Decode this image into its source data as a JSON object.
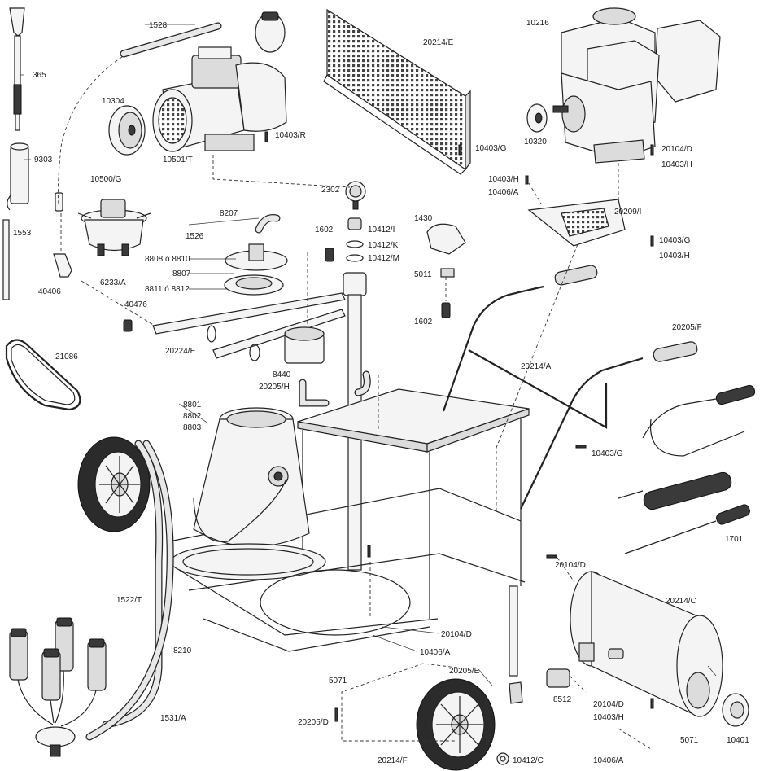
{
  "labels": [
    {
      "id": "365",
      "text": "365"
    },
    {
      "id": "9303",
      "text": "9303"
    },
    {
      "id": "1553",
      "text": "1553"
    },
    {
      "id": "1528",
      "text": "1528"
    },
    {
      "id": "10304",
      "text": "10304"
    },
    {
      "id": "10501T",
      "text": "10501/T"
    },
    {
      "id": "10403R",
      "text": "10403/R"
    },
    {
      "id": "20214E",
      "text": "20214/E"
    },
    {
      "id": "10403G_a",
      "text": "10403/G"
    },
    {
      "id": "10216",
      "text": "10216"
    },
    {
      "id": "10320",
      "text": "10320"
    },
    {
      "id": "20104D_a",
      "text": "20104/D"
    },
    {
      "id": "10403H_a",
      "text": "10403/H"
    },
    {
      "id": "10403H_b",
      "text": "10403/H"
    },
    {
      "id": "10406A_a",
      "text": "10406/A"
    },
    {
      "id": "20209I",
      "text": "20209/I"
    },
    {
      "id": "10403G_b",
      "text": "10403/G"
    },
    {
      "id": "10403H_c",
      "text": "10403/H"
    },
    {
      "id": "10500G",
      "text": "10500/G"
    },
    {
      "id": "6233A",
      "text": "6233/A"
    },
    {
      "id": "40406",
      "text": "40406"
    },
    {
      "id": "2302",
      "text": "2302"
    },
    {
      "id": "8207",
      "text": "8207"
    },
    {
      "id": "1526",
      "text": "1526"
    },
    {
      "id": "8808",
      "text": "8808 ó 8810"
    },
    {
      "id": "8807",
      "text": "8807"
    },
    {
      "id": "8811",
      "text": "8811 ó 8812"
    },
    {
      "id": "1602_a",
      "text": "1602"
    },
    {
      "id": "10412I",
      "text": "10412/I"
    },
    {
      "id": "10412K",
      "text": "10412/K"
    },
    {
      "id": "10412M",
      "text": "10412/M"
    },
    {
      "id": "1430",
      "text": "1430"
    },
    {
      "id": "5011",
      "text": "5011"
    },
    {
      "id": "1602_b",
      "text": "1602"
    },
    {
      "id": "40476",
      "text": "40476"
    },
    {
      "id": "20224E",
      "text": "20224/E"
    },
    {
      "id": "21086",
      "text": "21086"
    },
    {
      "id": "8440",
      "text": "8440"
    },
    {
      "id": "20205H",
      "text": "20205/H"
    },
    {
      "id": "20214A",
      "text": "20214/A"
    },
    {
      "id": "20205F",
      "text": "20205/F"
    },
    {
      "id": "8801",
      "text": "8801"
    },
    {
      "id": "8802",
      "text": "8802"
    },
    {
      "id": "8803",
      "text": "8803"
    },
    {
      "id": "10403G_c",
      "text": "10403/G"
    },
    {
      "id": "1701",
      "text": "1701"
    },
    {
      "id": "20104D_b",
      "text": "20104/D"
    },
    {
      "id": "1522T",
      "text": "1522/T"
    },
    {
      "id": "20214C",
      "text": "20214/C"
    },
    {
      "id": "8210",
      "text": "8210"
    },
    {
      "id": "20104D_c",
      "text": "20104/D"
    },
    {
      "id": "10406A_b",
      "text": "10406/A"
    },
    {
      "id": "5071_a",
      "text": "5071"
    },
    {
      "id": "20205E",
      "text": "20205/E"
    },
    {
      "id": "8512",
      "text": "8512"
    },
    {
      "id": "20104D_d",
      "text": "20104/D"
    },
    {
      "id": "10403H_d",
      "text": "10403/H"
    },
    {
      "id": "5071_b",
      "text": "5071"
    },
    {
      "id": "10401",
      "text": "10401"
    },
    {
      "id": "1531A",
      "text": "1531/A"
    },
    {
      "id": "20205D",
      "text": "20205/D"
    },
    {
      "id": "20214F",
      "text": "20214/F"
    },
    {
      "id": "10412C",
      "text": "10412/C"
    },
    {
      "id": "10406A_c",
      "text": "10406/A"
    }
  ]
}
